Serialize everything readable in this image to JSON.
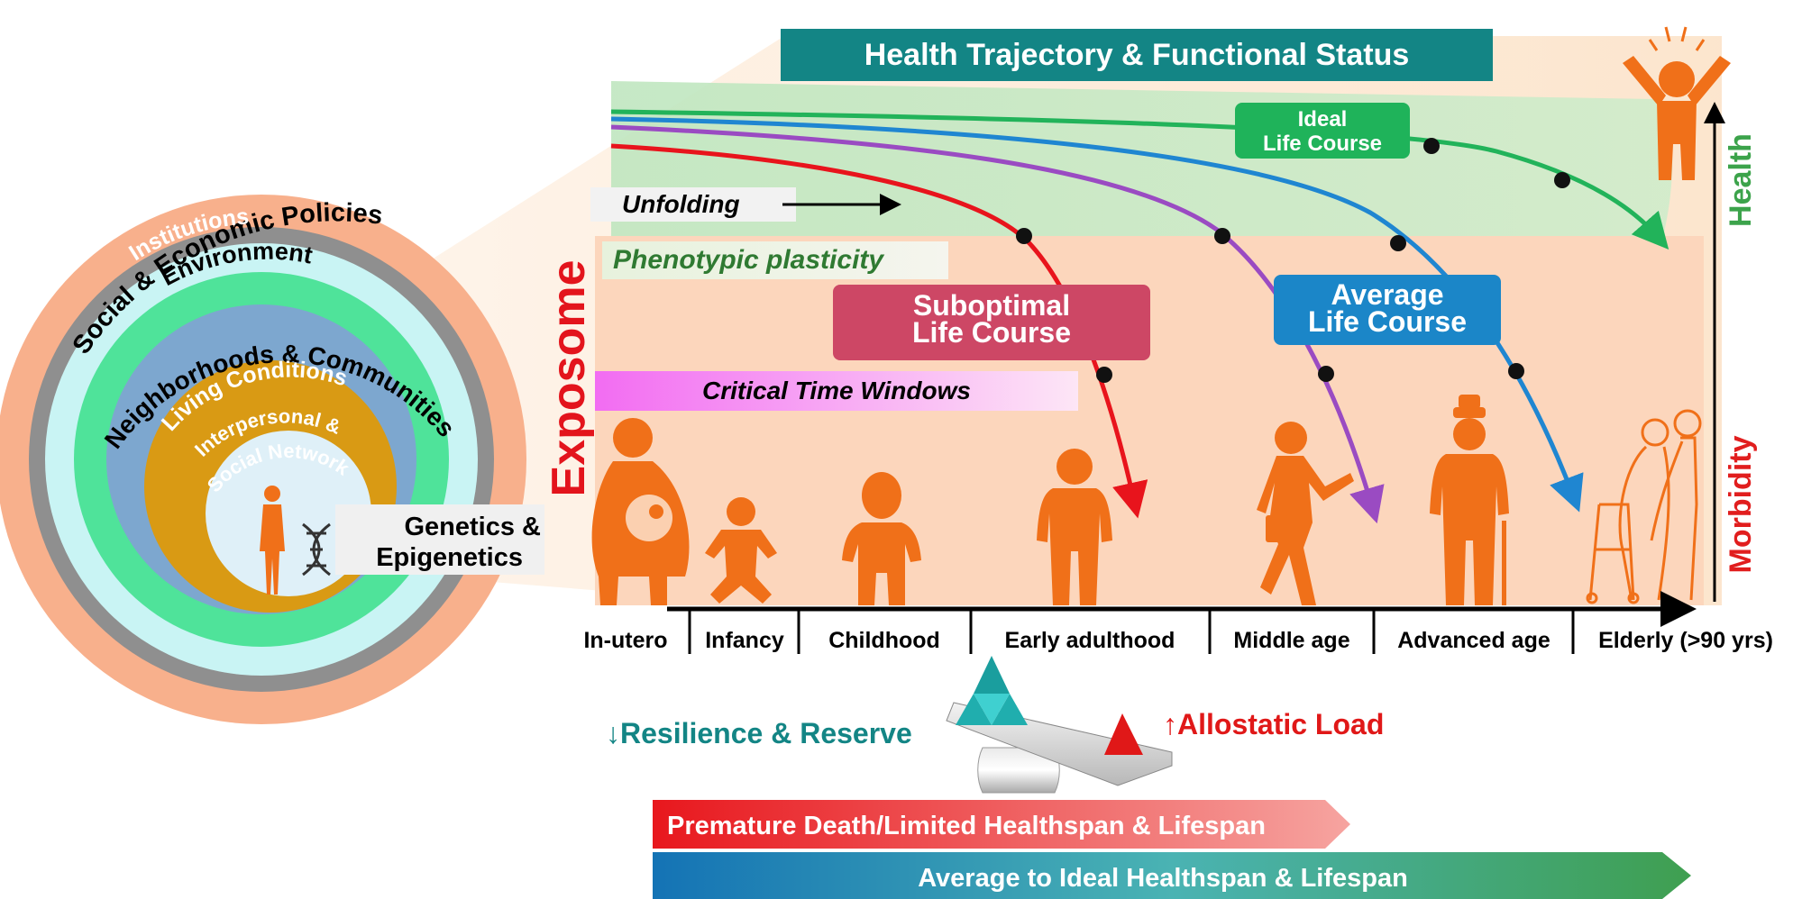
{
  "title": "Health Trajectory & Functional Status",
  "axis": {
    "health_label": "Health",
    "morbidity_label": "Morbidity",
    "exposome_label": "Exposome"
  },
  "tags": {
    "unfolding": "Unfolding",
    "phenotypic_plasticity": "Phenotypic plasticity",
    "critical_time_windows": "Critical Time Windows"
  },
  "courses": [
    {
      "line1": "Ideal",
      "line2": "Life Course",
      "color": "#1fb35a"
    },
    {
      "line1": "Average",
      "line2": "Life Course",
      "color": "#1b86c8"
    },
    {
      "line1": "Suboptimal",
      "line2": "Life Course",
      "color": "#cd4765"
    }
  ],
  "life_stages": [
    "In-utero",
    "Infancy",
    "Childhood",
    "Early adulthood",
    "Middle age",
    "Advanced age",
    "Elderly (>90 yrs)"
  ],
  "circles": {
    "rings": [
      {
        "label": "Social & Economic Policies",
        "color": "#f8b08c"
      },
      {
        "label": "Institutions",
        "color": "#8f8f8f"
      },
      {
        "label": "Environment",
        "color": "#c9f4f4"
      },
      {
        "label": "Neighborhoods & Communities",
        "color": "#4fe39a"
      },
      {
        "label": "Living Conditions",
        "color": "#7da7cf"
      },
      {
        "label": "Interpersonal & Social Network",
        "color": "#d99a14"
      }
    ],
    "core_label_line1": "Genetics &",
    "core_label_line2": "Epigenetics"
  },
  "balance": {
    "resilience": "↓Resilience & Reserve",
    "allostatic": "↑Allostatic Load"
  },
  "outcomes": {
    "premature": "Premature Death/Limited Healthspan & Lifespan",
    "ideal": "Average to Ideal Healthspan &  Lifespan"
  },
  "colors": {
    "orange_figure": "#f07019",
    "title_bg": "#138585",
    "morbidity_red": "#e11e1e",
    "health_green": "#3ca34b",
    "suboptimal_line": "#e8141c",
    "average_line": "#9a4bc2",
    "blue_line": "#1f86d1",
    "ideal_line": "#22b35a"
  }
}
